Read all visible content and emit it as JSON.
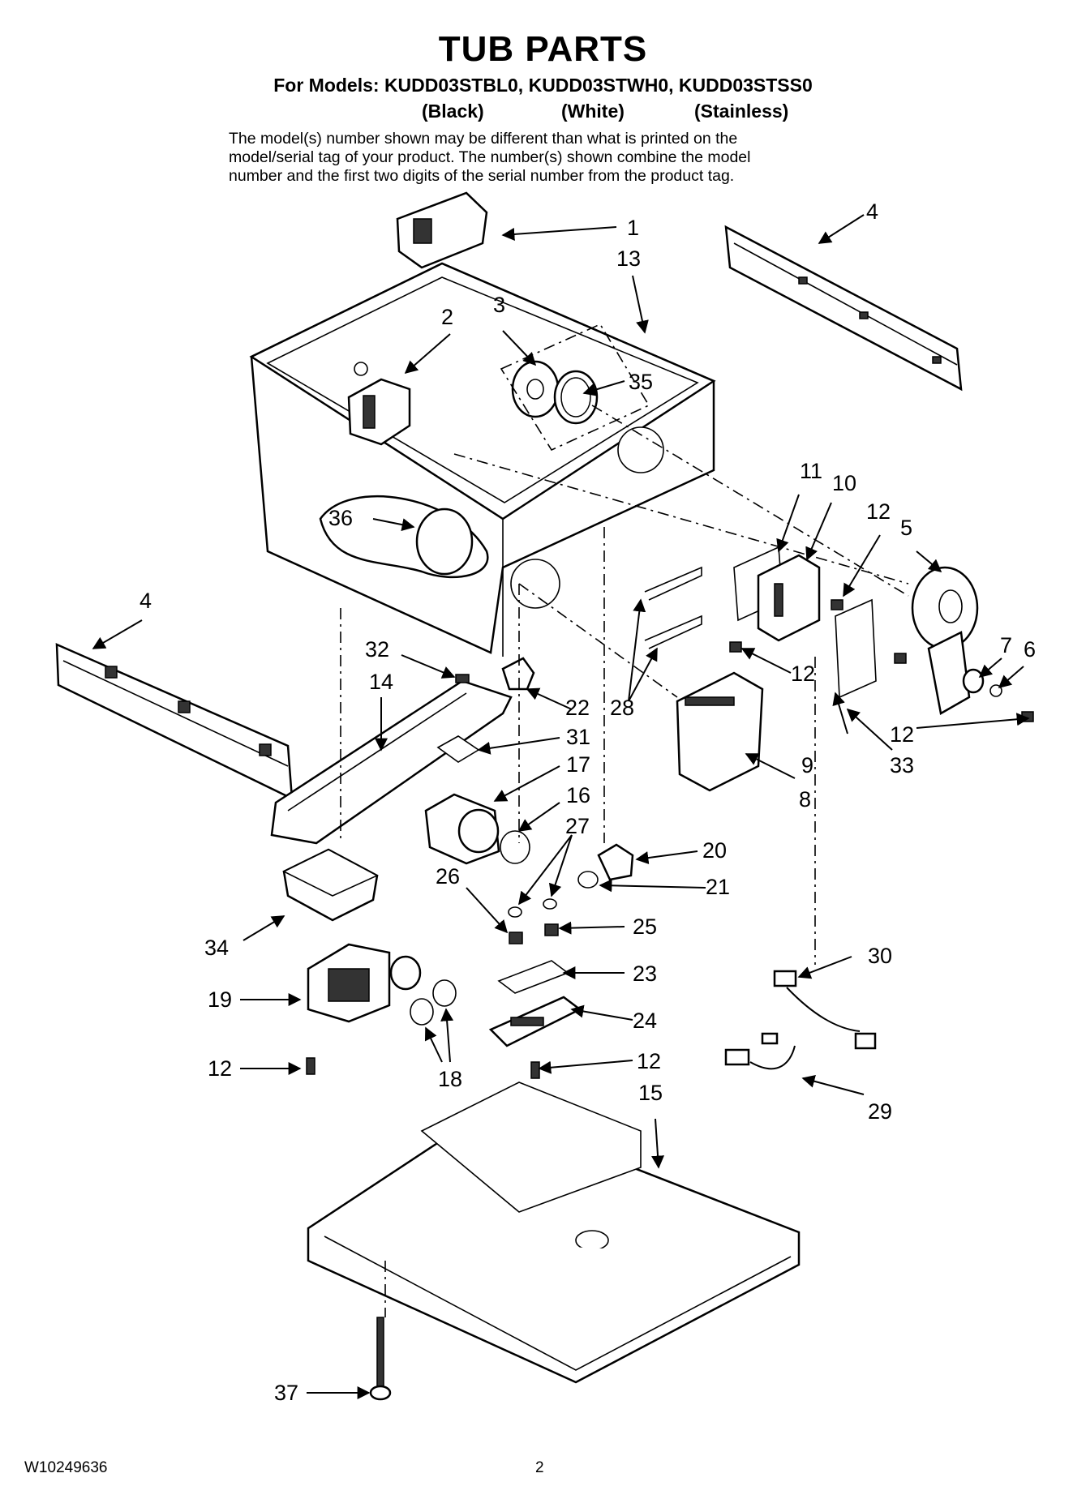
{
  "header": {
    "title": "TUB PARTS",
    "models_line": "For Models: KUDD03STBL0, KUDD03STWH0, KUDD03STSS0",
    "variants": [
      "(Black)",
      "(White)",
      "(Stainless)"
    ],
    "disclaimer_lines": [
      "The model(s) number shown may be different than what is printed on the",
      "model/serial tag of your product. The number(s) shown combine the model",
      "number and the first two digits of the serial number from the product tag."
    ]
  },
  "diagram": {
    "part_labels": [
      "1",
      "13",
      "4",
      "2",
      "3",
      "35",
      "11",
      "10",
      "12",
      "5",
      "36",
      "4",
      "32",
      "14",
      "22",
      "28",
      "12",
      "7",
      "6",
      "31",
      "9",
      "12",
      "33",
      "17",
      "8",
      "16",
      "27",
      "20",
      "26",
      "21",
      "25",
      "34",
      "30",
      "23",
      "19",
      "24",
      "12",
      "12",
      "18",
      "29",
      "15",
      "37"
    ]
  },
  "footer": {
    "doc_number": "W10249636",
    "page_number": "2"
  }
}
